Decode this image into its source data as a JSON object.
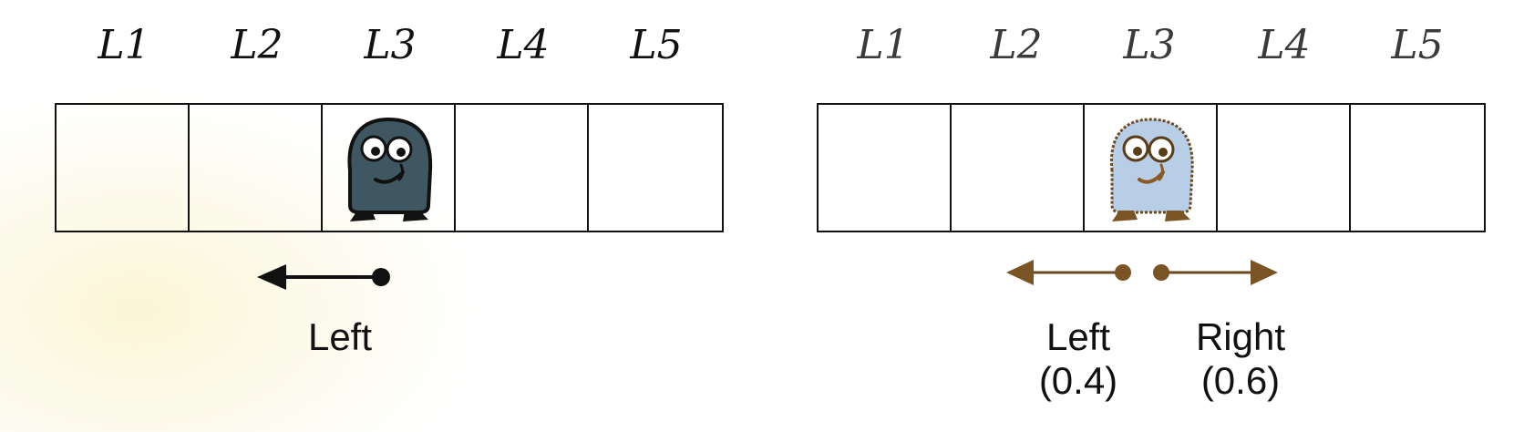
{
  "panels": [
    {
      "locations": [
        "L1",
        "L2",
        "L3",
        "L4",
        "L5"
      ],
      "agent_location": "L3",
      "actions": [
        {
          "label": "Left"
        }
      ],
      "colors": {
        "agent": "#3e5760",
        "ink": "#111111"
      }
    },
    {
      "locations": [
        "L1",
        "L2",
        "L3",
        "L4",
        "L5"
      ],
      "agent_location": "L3",
      "actions": [
        {
          "label": "Left",
          "probability": "(0.4)"
        },
        {
          "label": "Right",
          "probability": "(0.6)"
        }
      ],
      "colors": {
        "agent": "#b8cde6",
        "ink": "#6b4a1f"
      }
    }
  ]
}
